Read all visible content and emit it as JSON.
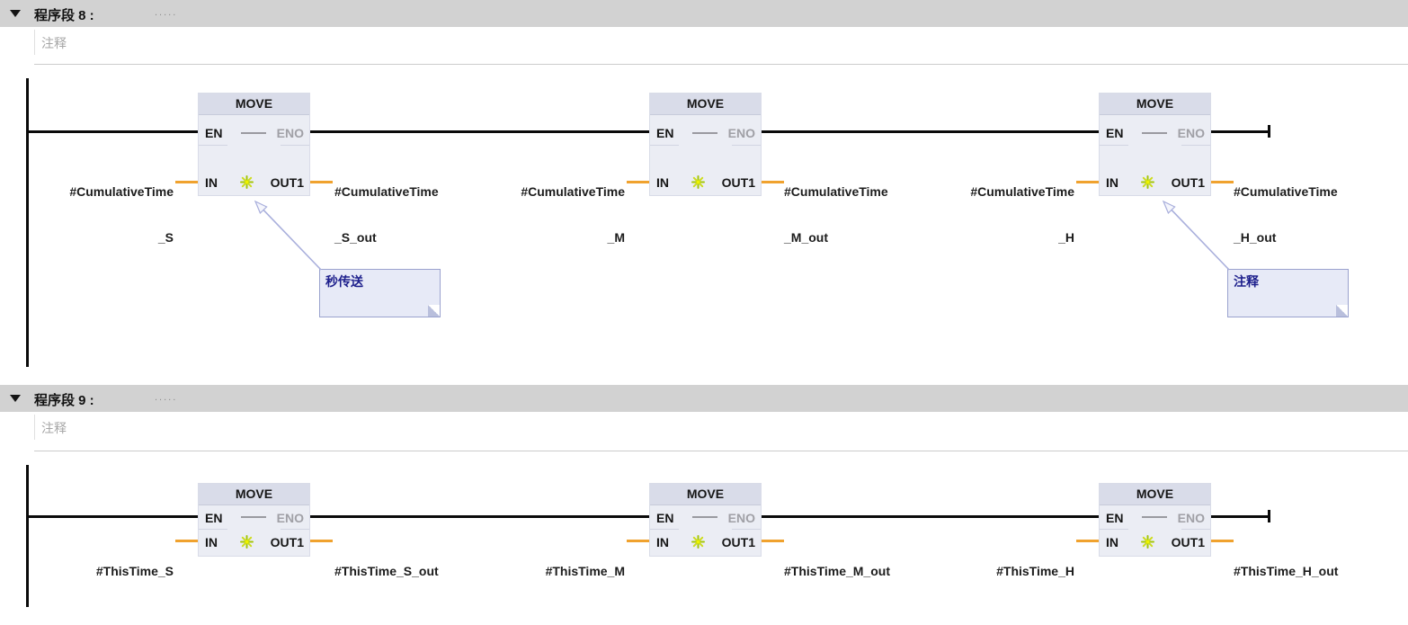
{
  "colors": {
    "header_bar": "#d2d2d2",
    "rail_wire": "#0a0a0a",
    "operand_wire_orange": "#f0a22e",
    "block_body": "#ebedf4",
    "block_title_band": "#d9dce9",
    "eno_disabled_text": "#a0a0a6",
    "callout_bg": "#e7eaf7",
    "callout_border": "#9aa2ce",
    "callout_text": "#1d1f8c",
    "callout_arrow": "#a9afdc",
    "sparkle_green": "#a5c60a"
  },
  "networks": [
    {
      "header": {
        "title": "程序段 8 :",
        "dots": "....."
      },
      "comment_placeholder": "注释",
      "blocks": [
        {
          "title": "MOVE",
          "pins": {
            "en": "EN",
            "eno": "ENO",
            "in": "IN",
            "out": "OUT1"
          },
          "input_operand": "#CumulativeTime_S",
          "input_lines": [
            "#CumulativeTime",
            "_S"
          ],
          "output_operand": "#CumulativeTime_S_out",
          "output_lines": [
            "#CumulativeTime",
            "_S_out"
          ]
        },
        {
          "title": "MOVE",
          "pins": {
            "en": "EN",
            "eno": "ENO",
            "in": "IN",
            "out": "OUT1"
          },
          "input_operand": "#CumulativeTime_M",
          "input_lines": [
            "#CumulativeTime",
            "_M"
          ],
          "output_operand": "#CumulativeTime_M_out",
          "output_lines": [
            "#CumulativeTime",
            "_M_out"
          ]
        },
        {
          "title": "MOVE",
          "pins": {
            "en": "EN",
            "eno": "ENO",
            "in": "IN",
            "out": "OUT1"
          },
          "input_operand": "#CumulativeTime_H",
          "input_lines": [
            "#CumulativeTime",
            "_H"
          ],
          "output_operand": "#CumulativeTime_H_out",
          "output_lines": [
            "#CumulativeTime",
            "_H_out"
          ]
        }
      ],
      "callouts": [
        {
          "text": "秒传送"
        },
        {
          "text": "注释"
        }
      ]
    },
    {
      "header": {
        "title": "程序段 9 :",
        "dots": "....."
      },
      "comment_placeholder": "注释",
      "blocks": [
        {
          "title": "MOVE",
          "pins": {
            "en": "EN",
            "eno": "ENO",
            "in": "IN",
            "out": "OUT1"
          },
          "input_operand": "#ThisTime_S",
          "input_lines": [
            "#ThisTime_S"
          ],
          "output_operand": "#ThisTime_S_out",
          "output_lines": [
            "#ThisTime_S_out"
          ]
        },
        {
          "title": "MOVE",
          "pins": {
            "en": "EN",
            "eno": "ENO",
            "in": "IN",
            "out": "OUT1"
          },
          "input_operand": "#ThisTime_M",
          "input_lines": [
            "#ThisTime_M"
          ],
          "output_operand": "#ThisTime_M_out",
          "output_lines": [
            "#ThisTime_M_out"
          ]
        },
        {
          "title": "MOVE",
          "pins": {
            "en": "EN",
            "eno": "ENO",
            "in": "IN",
            "out": "OUT1"
          },
          "input_operand": "#ThisTime_H",
          "input_lines": [
            "#ThisTime_H"
          ],
          "output_operand": "#ThisTime_H_out",
          "output_lines": [
            "#ThisTime_H_out"
          ]
        }
      ],
      "callouts": []
    }
  ]
}
